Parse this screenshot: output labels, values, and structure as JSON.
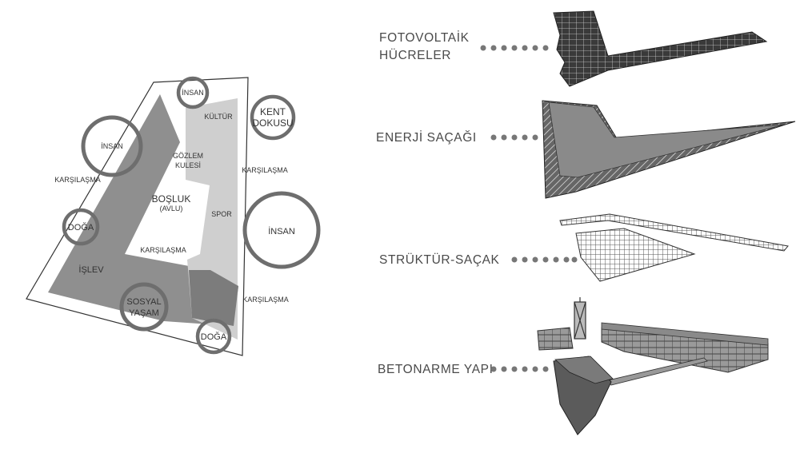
{
  "site_plan": {
    "labels": {
      "insan_top": "İNSAN",
      "kultur": "KÜLTÜR",
      "kent_line1": "KENT",
      "kent_line2": "DOKUSU",
      "insan_left": "İNSAN",
      "gozlem_line1": "GÖZLEM",
      "gozlem_line2": "KULESİ",
      "karsilasma_left": "KARŞILAŞMA",
      "karsilasma_right_top": "KARŞILAŞMA",
      "bosluk": "BOŞLUK",
      "avlu": "(AVLU)",
      "spor": "SPOR",
      "insan_right": "İNSAN",
      "doga_left": "DOĞA",
      "karsilasma_center": "KARŞILAŞMA",
      "islev": "İŞLEV",
      "sosyal_line1": "SOSYAL",
      "sosyal_line2": "YAŞAM",
      "karsilasma_right_bottom": "KARŞILAŞMA",
      "doga_bottom": "DOĞA"
    }
  },
  "layers": [
    {
      "id": "fotovoltaik",
      "line1": "FOTOVOLTAİK",
      "line2": "HÜCRELER"
    },
    {
      "id": "enerji",
      "line1": "ENERJİ SAÇAĞI"
    },
    {
      "id": "struktur",
      "line1": "STRÜKTÜR-SAÇAK"
    },
    {
      "id": "betonarme",
      "line1": "BETONARME YAPI"
    }
  ],
  "colors": {
    "ring": "#6e6e6e",
    "dark_fill": "#8f8f8f",
    "light_fill": "#cfcfcf",
    "outline": "#333333"
  }
}
